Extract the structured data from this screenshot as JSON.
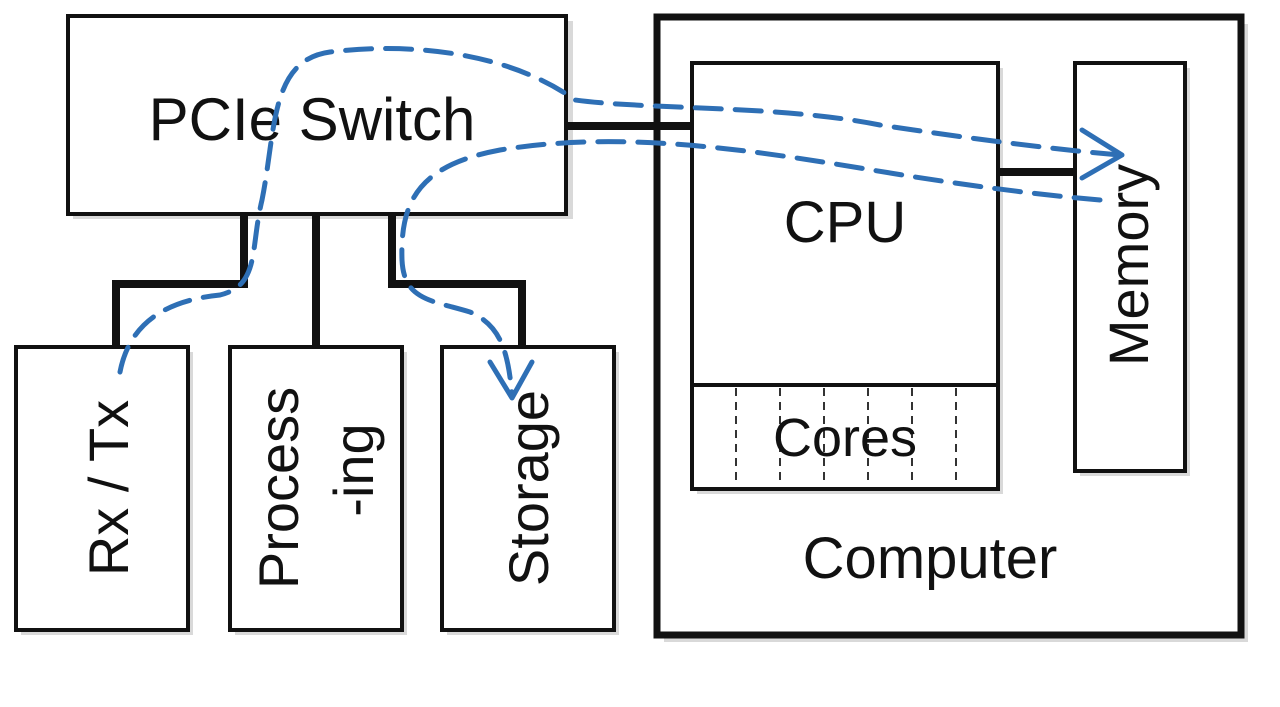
{
  "diagram": {
    "pcie_switch": "PCIe Switch",
    "devices": {
      "rxtx": "Rx / Tx",
      "processing_line1": "Process",
      "processing_line2": "-ing",
      "storage": "Storage"
    },
    "computer": "Computer",
    "cpu": "CPU",
    "cores": "Cores",
    "memory": "Memory"
  },
  "colors": {
    "flow": "#2e6fb5",
    "line": "#111111"
  }
}
